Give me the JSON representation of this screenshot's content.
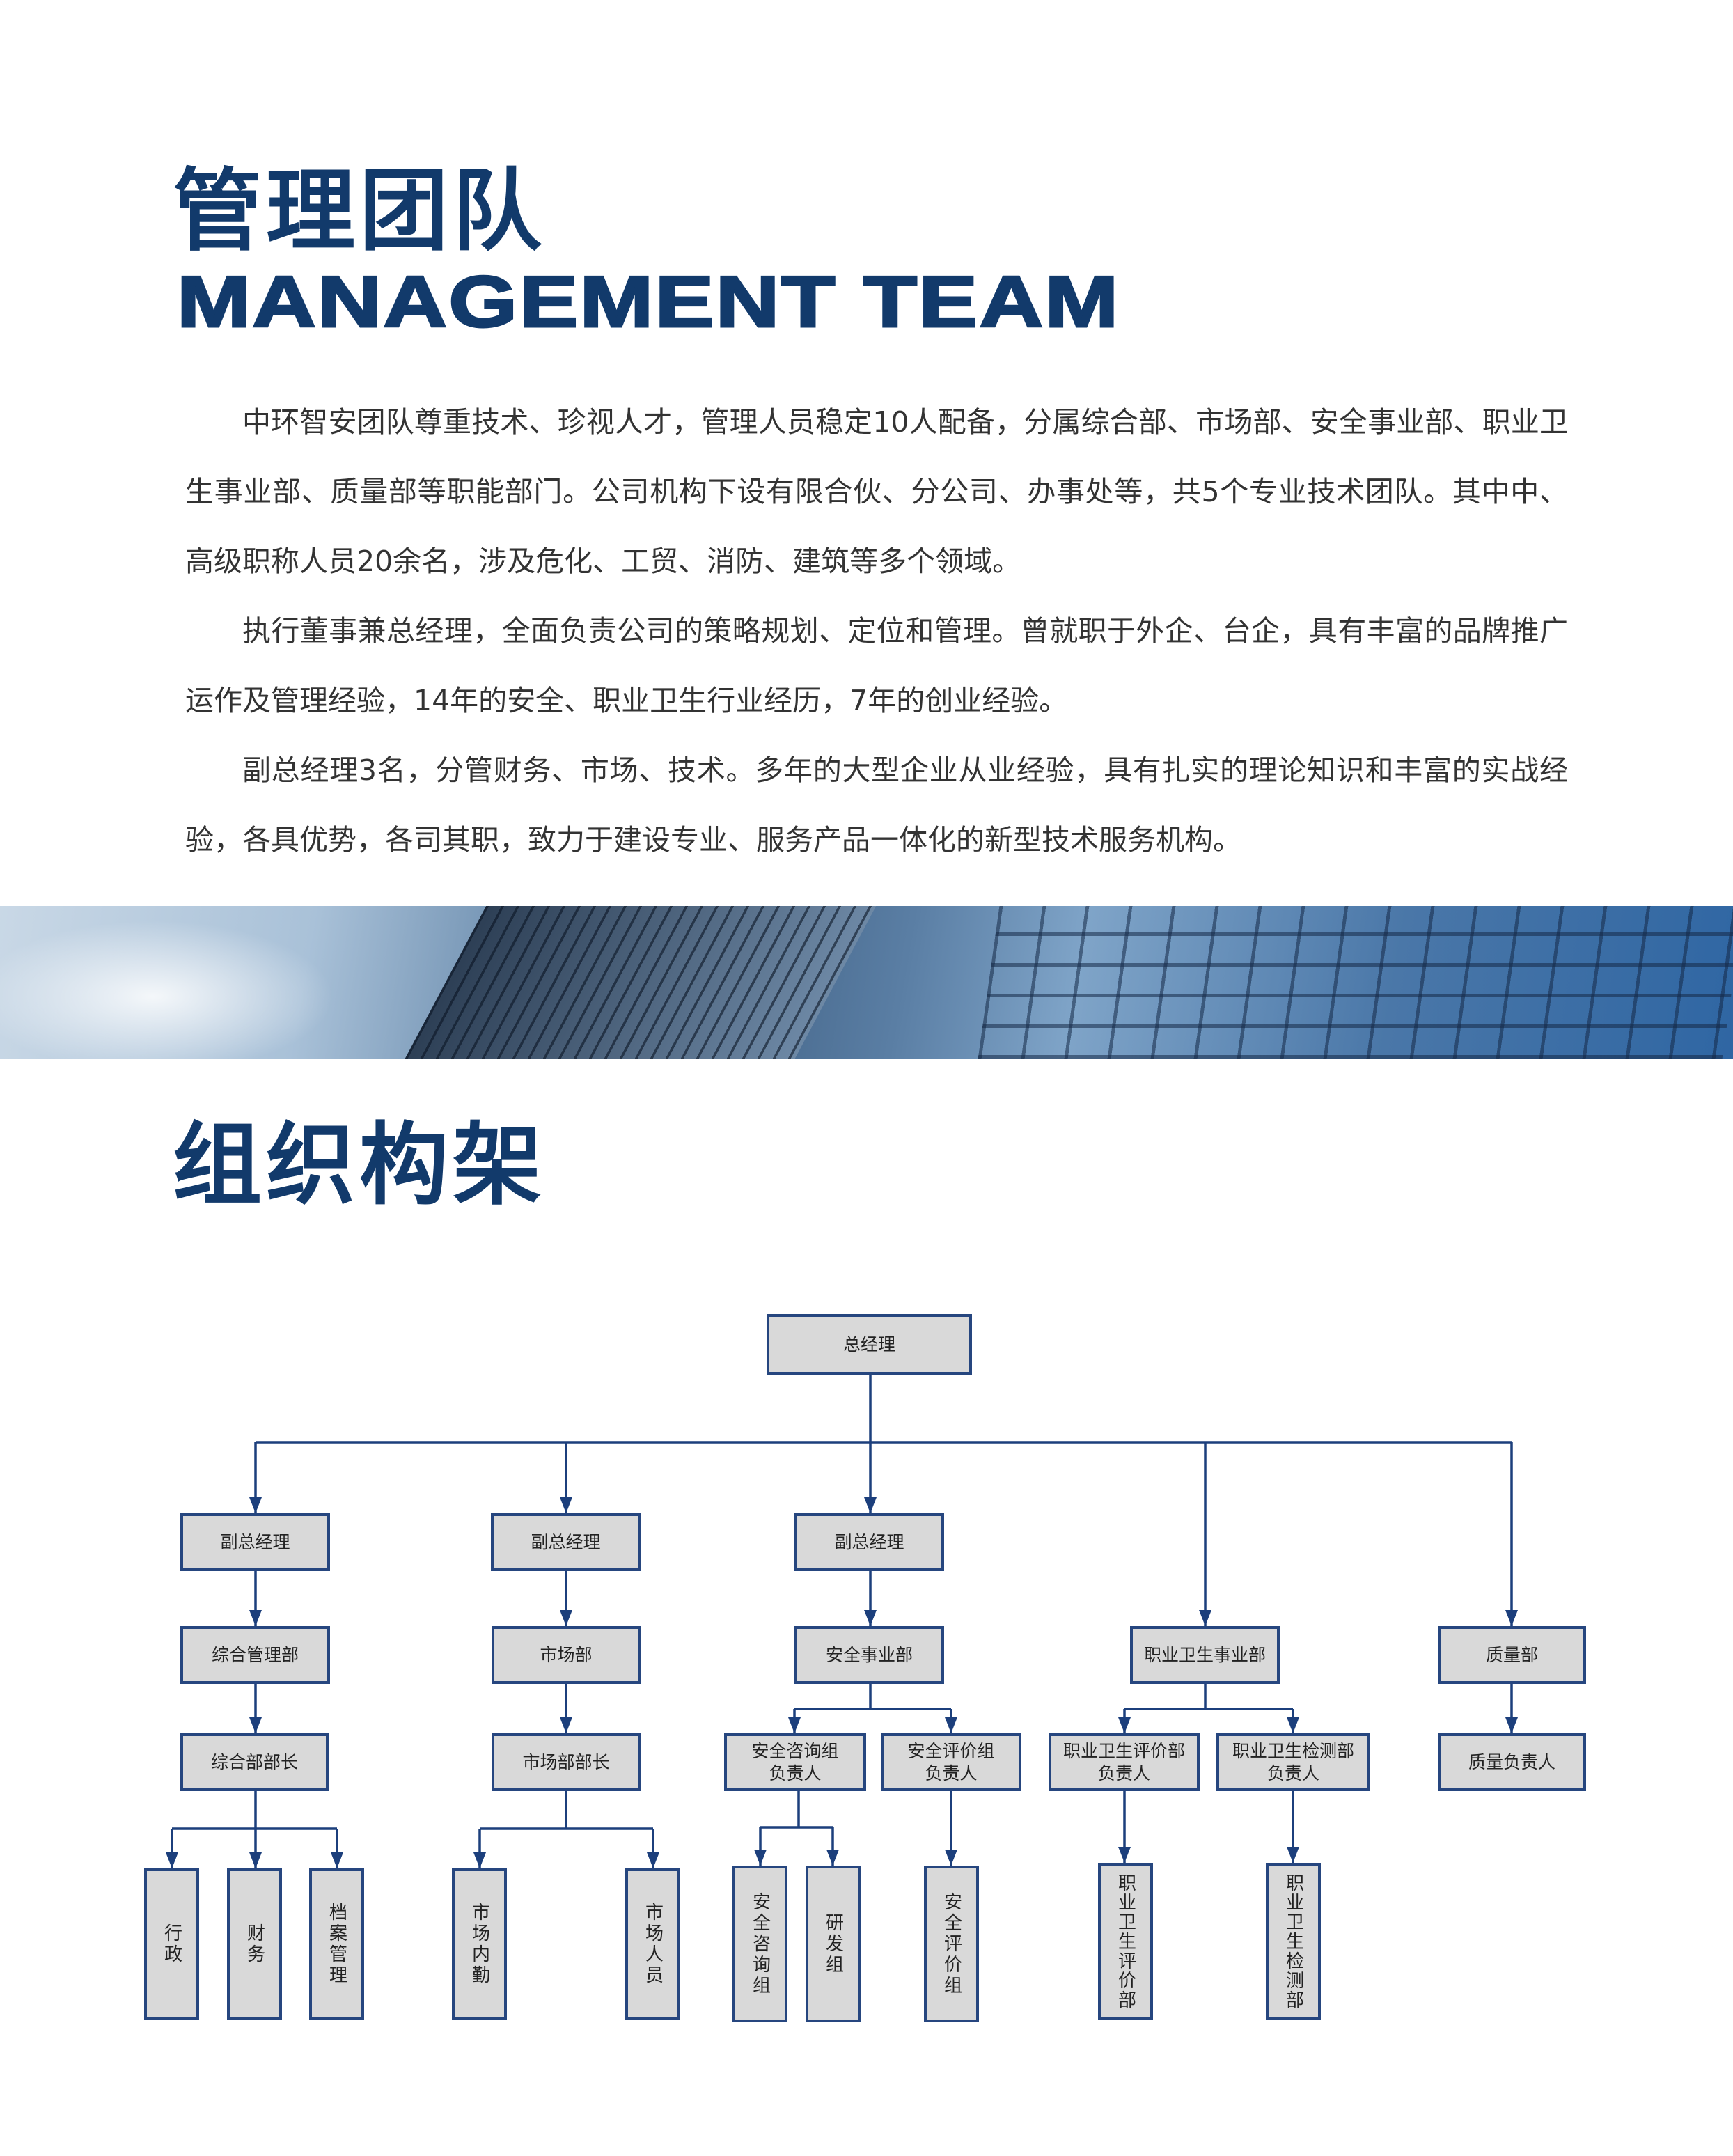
{
  "header": {
    "title_cn": "管理团队",
    "title_en": "MANAGEMENT TEAM"
  },
  "intro": {
    "paragraphs": [
      "中环智安团队尊重技术、珍视人才，管理人员稳定10人配备，分属综合部、市场部、安全事业部、职业卫生事业部、质量部等职能部门。公司机构下设有限合伙、分公司、办事处等，共5个专业技术团队。其中中、高级职称人员20余名，涉及危化、工贸、消防、建筑等多个领域。",
      "执行董事兼总经理，全面负责公司的策略规划、定位和管理。曾就职于外企、台企，具有丰富的品牌推广运作及管理经验，14年的安全、职业卫生行业经历，7年的创业经验。",
      "副总经理3名，分管财务、市场、技术。多年的大型企业从业经验，具有扎实的理论知识和丰富的实战经验，各具优势，各司其职，致力于建设专业、服务产品一体化的新型技术服务机构。"
    ]
  },
  "org": {
    "title": "组织构架",
    "ceo": "总经理",
    "vp1": "副总经理",
    "vp2": "副总经理",
    "vp3": "副总经理",
    "dept_admin": "综合管理部",
    "dept_market": "市场部",
    "dept_safety": "安全事业部",
    "dept_occ": "职业卫生事业部",
    "dept_quality": "质量部",
    "head_admin": "综合部部长",
    "head_market": "市场部部长",
    "head_consult": "安全咨询组\n负责人",
    "head_eval": "安全评价组\n负责人",
    "head_occ_eval": "职业卫生评价部\n负责人",
    "head_occ_test": "职业卫生检测部\n负责人",
    "head_quality": "质量负责人",
    "leaf_admin": "行政",
    "leaf_finance": "财务",
    "leaf_archive": "档案管理",
    "leaf_mkt_office": "市场内勤",
    "leaf_mkt_staff": "市场人员",
    "leaf_consult": "安全咨询组",
    "leaf_rd": "研发组",
    "leaf_eval": "安全评价组",
    "leaf_occ_eval": "职业卫生评价部",
    "leaf_occ_test": "职业卫生检测部"
  },
  "colors": {
    "brand": "#123a6b",
    "box_fill": "#d9d9d9",
    "line": "#26467f"
  }
}
